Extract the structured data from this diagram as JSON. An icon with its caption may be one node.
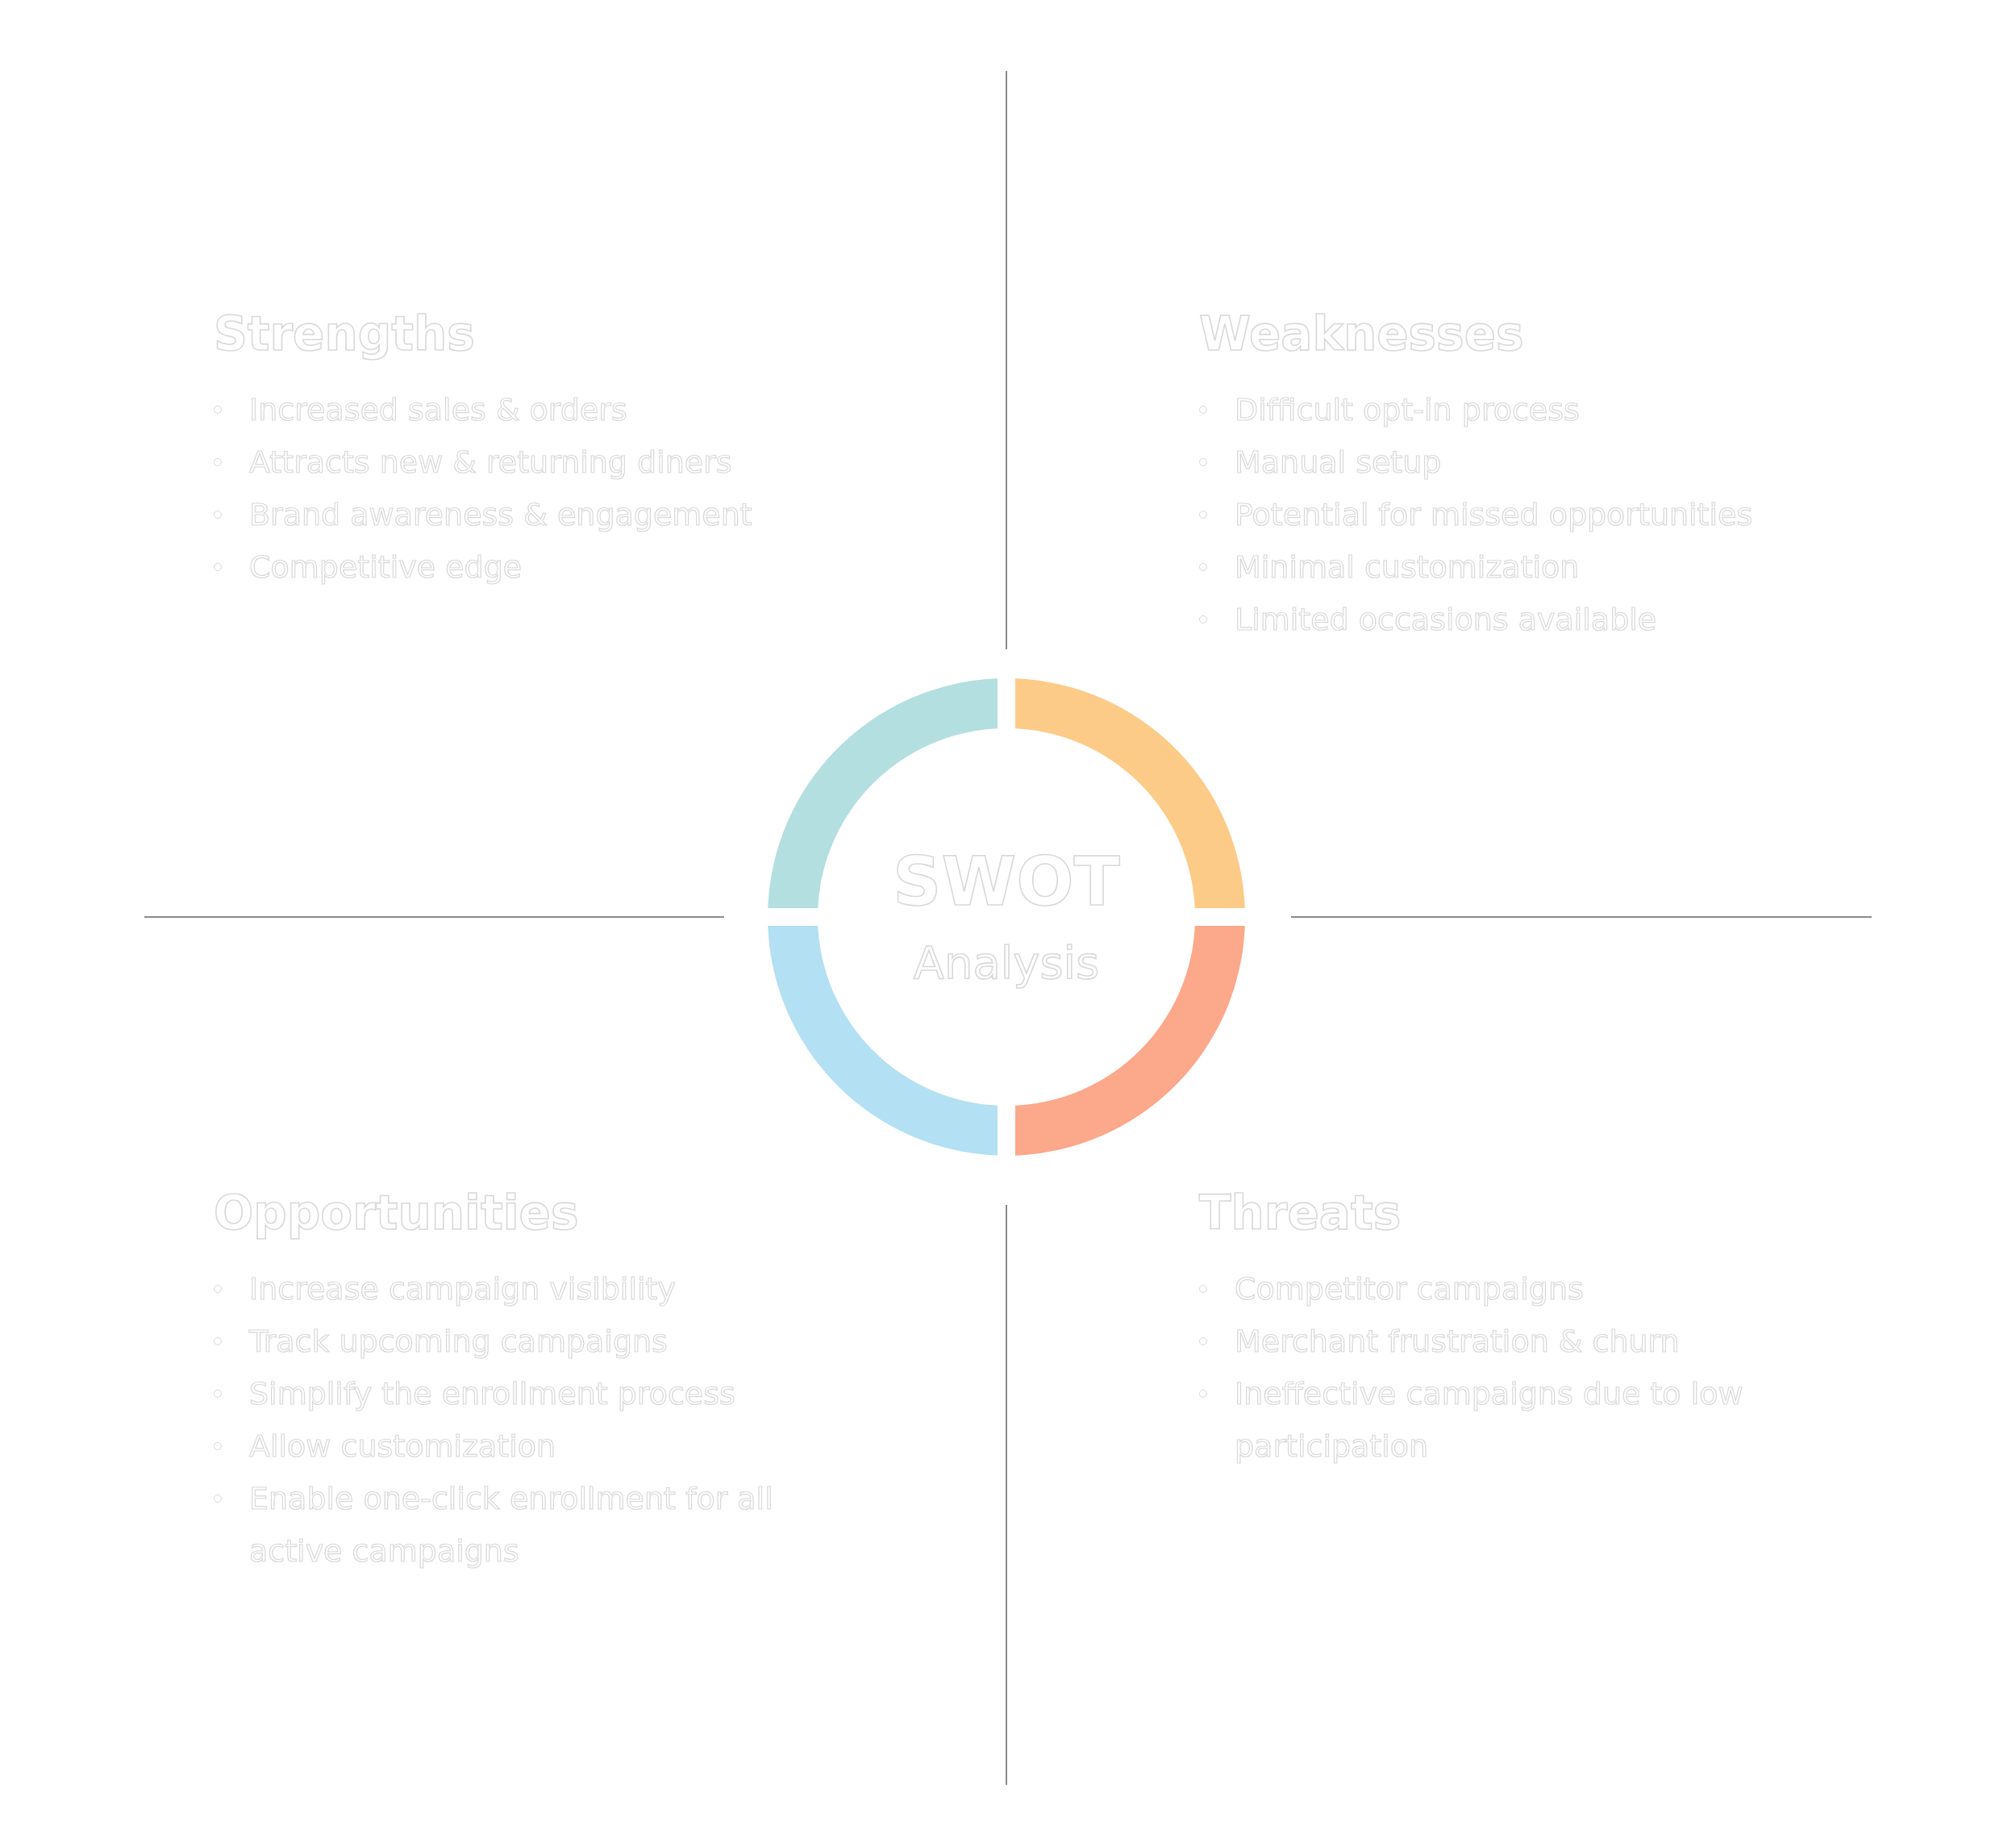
{
  "diagram": {
    "nodes": [
      {
        "text": [
          "Strengths",
          "Increased sales & orders",
          "Attracts new & returning diners",
          "Brand awareness & engagement",
          "Competitive edge"
        ]
      },
      {
        "text": [
          "Weaknesses",
          "Difficult opt-in process",
          "Manual setup",
          "Potential for missed opportunities",
          "Minimal customization",
          "Limited occasions available"
        ]
      },
      {
        "text": [
          "SWOT",
          "Analysis"
        ]
      },
      {
        "text": [
          "Opportunities",
          "Increase campaign visibility",
          "Track upcoming campaigns",
          "Simplify the enrollment process",
          "Allow customization",
          "Enable one-click enrollment for all active campaigns"
        ]
      },
      {
        "text": [
          "Threats",
          "Competitor campaigns",
          "Merchant frustration & churn",
          "Ineffective campaigns due to low participation"
        ]
      }
    ]
  }
}
